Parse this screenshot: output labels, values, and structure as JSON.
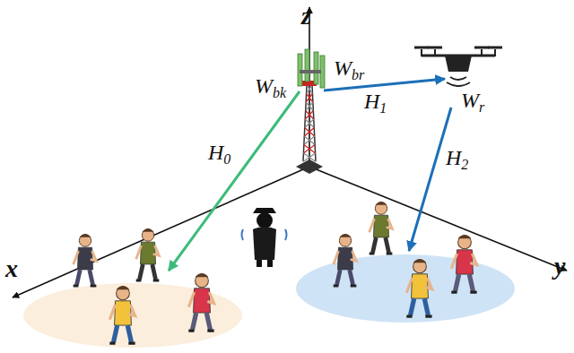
{
  "diagram": {
    "labels": [
      "z",
      "Wbk",
      "Wbr",
      "H1",
      "Wr",
      "H0",
      "H2",
      "x",
      "y"
    ]
  }
}
